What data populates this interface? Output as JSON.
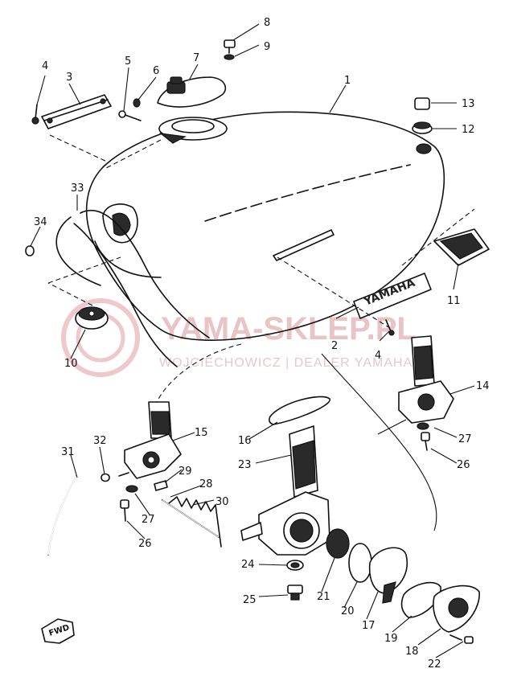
{
  "watermark": {
    "title": "YAMA-SKLEP.PL",
    "subtitle": "WOJCIECHOWICZ | DEALER YAMAHA"
  },
  "tank_lettering": "YAMAHA",
  "fwd_label": "FWD",
  "colors": {
    "ink": "#111111",
    "watermark": "#e8c4c6",
    "background": "#ffffff"
  },
  "labels": [
    "1",
    "2",
    "3",
    "4",
    "4",
    "5",
    "6",
    "7",
    "8",
    "9",
    "10",
    "11",
    "12",
    "13",
    "14",
    "15",
    "16",
    "17",
    "18",
    "19",
    "20",
    "21",
    "22",
    "23",
    "24",
    "25",
    "26",
    "26",
    "27",
    "27",
    "28",
    "29",
    "30",
    "31",
    "32",
    "33",
    "34"
  ]
}
